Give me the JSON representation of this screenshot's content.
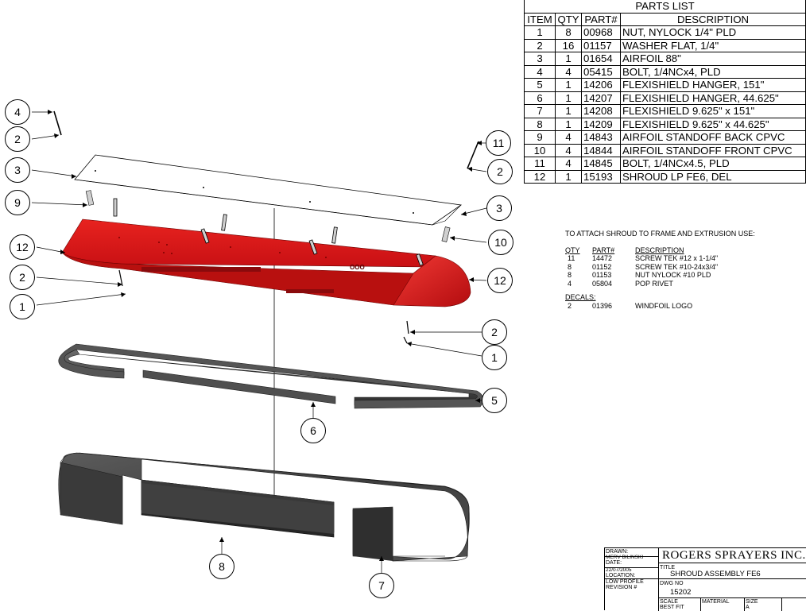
{
  "parts_list": {
    "title": "PARTS LIST",
    "headers": [
      "ITEM",
      "QTY",
      "PART#",
      "DESCRIPTION"
    ],
    "rows": [
      {
        "item": "1",
        "qty": "8",
        "part": "00968",
        "desc": "NUT, NYLOCK 1/4\" PLD"
      },
      {
        "item": "2",
        "qty": "16",
        "part": "01157",
        "desc": "WASHER FLAT, 1/4\""
      },
      {
        "item": "3",
        "qty": "1",
        "part": "01654",
        "desc": "AIRFOIL 88\""
      },
      {
        "item": "4",
        "qty": "4",
        "part": "05415",
        "desc": "BOLT, 1/4NCx4, PLD"
      },
      {
        "item": "5",
        "qty": "1",
        "part": "14206",
        "desc": "FLEXISHIELD HANGER, 151\""
      },
      {
        "item": "6",
        "qty": "1",
        "part": "14207",
        "desc": "FLEXISHIELD HANGER, 44.625\""
      },
      {
        "item": "7",
        "qty": "1",
        "part": "14208",
        "desc": "FLEXISHIELD 9.625\" x 151\""
      },
      {
        "item": "8",
        "qty": "1",
        "part": "14209",
        "desc": "FLEXISHIELD 9.625\" x 44.625\""
      },
      {
        "item": "9",
        "qty": "4",
        "part": "14843",
        "desc": "AIRFOIL STANDOFF BACK CPVC"
      },
      {
        "item": "10",
        "qty": "4",
        "part": "14844",
        "desc": "AIRFOIL STANDOFF FRONT CPVC"
      },
      {
        "item": "11",
        "qty": "4",
        "part": "14845",
        "desc": "BOLT, 1/4NCx4.5, PLD"
      },
      {
        "item": "12",
        "qty": "1",
        "part": "15193",
        "desc": "SHROUD LP FE6, DEL"
      }
    ]
  },
  "attach_notes": {
    "title": "TO ATTACH SHROUD TO FRAME AND EXTRUSION USE:",
    "headers": [
      "QTY",
      "PART#",
      "DESCRIPTION"
    ],
    "rows": [
      {
        "qty": "11",
        "part": "14472",
        "desc": "SCREW TEK #12 x 1-1/4\""
      },
      {
        "qty": "8",
        "part": "01152",
        "desc": "SCREW TEK #10-24x3/4\""
      },
      {
        "qty": "8",
        "part": "01153",
        "desc": "NUT NYLOCK #10 PLD"
      },
      {
        "qty": "4",
        "part": "05804",
        "desc": "POP RIVET"
      }
    ],
    "decals_title": "DECALS:",
    "decals": [
      {
        "qty": "2",
        "part": "01396",
        "desc": "WINDFOIL LOGO"
      }
    ]
  },
  "title_block": {
    "drawn_label": "DRAWN:",
    "drawn_value": "MERV BILINSKI",
    "date_label": "DATE:",
    "date_value": "22/07/2005",
    "location_label": "LOCATION:",
    "location_value": "LOW PROFILE",
    "revision_label": "REVISION #",
    "company": "ROGERS SPRAYERS INC.",
    "title_label": "TITLE",
    "title_value": "SHROUD ASSEMBLY FE6",
    "dwg_label": "DWG NO",
    "dwg_value": "15202",
    "scale_label": "SCALE",
    "scale_value": "BEST FIT",
    "material_label": "MATERIAL",
    "size_label": "SIZE",
    "size_value": "A"
  },
  "balloons": [
    "4",
    "2",
    "3",
    "9",
    "12",
    "2",
    "1",
    "11",
    "2",
    "3",
    "10",
    "12",
    "2",
    "1",
    "5",
    "6",
    "8",
    "7"
  ],
  "colors": {
    "shroud_red": "#e0191c",
    "shroud_dark_red": "#a30d10",
    "flexishield_gray": "#4a4a4a",
    "hanger_gray": "#5a5a5a"
  }
}
